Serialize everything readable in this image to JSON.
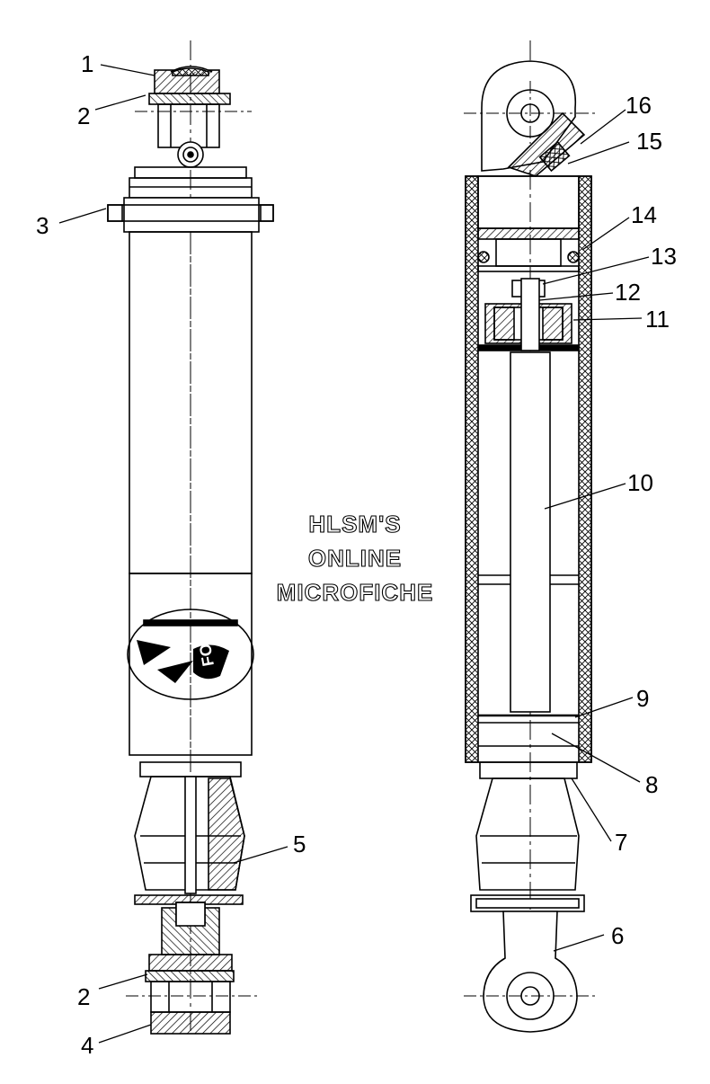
{
  "diagram": {
    "left_view_callouts": [
      "1",
      "2",
      "3",
      "5",
      "2",
      "4"
    ],
    "right_view_callouts": [
      "16",
      "15",
      "14",
      "13",
      "12",
      "11",
      "10",
      "9",
      "8",
      "7",
      "6"
    ],
    "logo_text": "FOX",
    "watermark": {
      "line1": "HLSM'S",
      "line2": "ONLINE",
      "line3": "MICROFICHE"
    },
    "colors": {
      "line": "#000000",
      "hatch": "#000000",
      "background": "#ffffff"
    }
  }
}
